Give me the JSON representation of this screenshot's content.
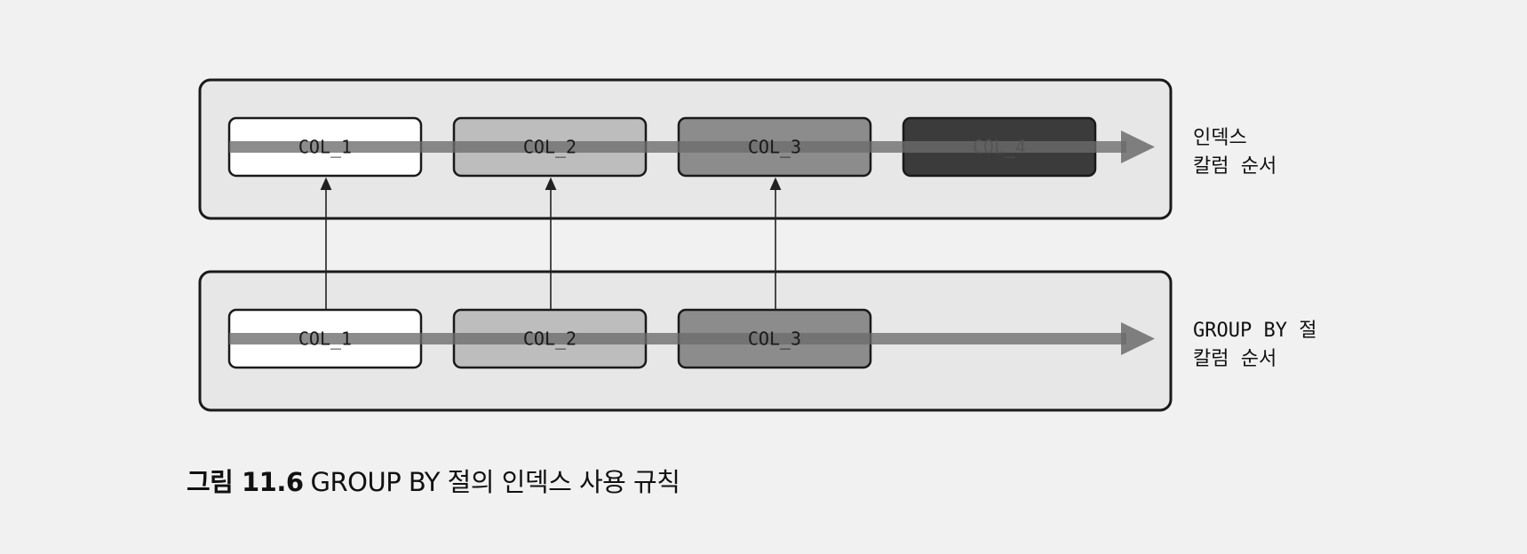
{
  "index_row": {
    "columns": [
      "COL_1",
      "COL_2",
      "COL_3",
      "COL_4"
    ],
    "label_line1": "인덱스",
    "label_line2": "칼럼 순서"
  },
  "group_by_row": {
    "columns": [
      "COL_1",
      "COL_2",
      "COL_3"
    ],
    "label_line1": "GROUP BY 절",
    "label_line2": "칼럼 순서"
  },
  "column_fill_colors": [
    "#ffffff",
    "#bdbdbd",
    "#8c8c8c",
    "#3b3b3b"
  ],
  "caption": {
    "number": "그림 11.6",
    "text": "GROUP  BY 절의 인덱스 사용 규칙"
  }
}
